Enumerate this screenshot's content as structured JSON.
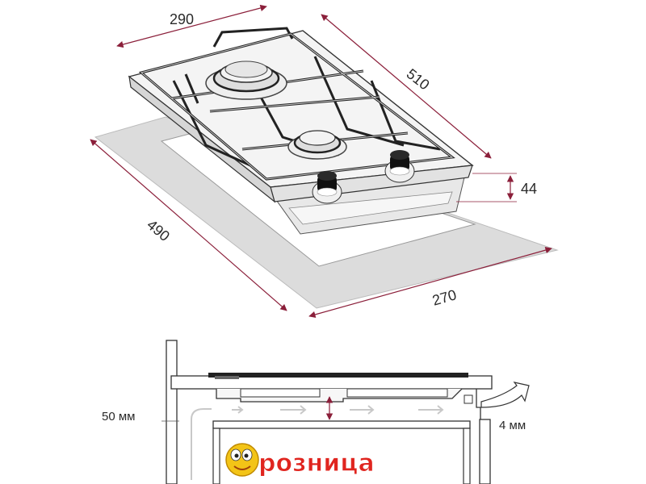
{
  "top_view": {
    "width_label": "290",
    "depth_label": "510",
    "height_label": "44",
    "cutout_depth_label": "490",
    "cutout_width_label": "270"
  },
  "side_view": {
    "gap_label": "50 мм",
    "vent_label": "4 мм"
  },
  "logo": {
    "text": "розница"
  },
  "colors": {
    "dimension_arrow": "#8b1f3a",
    "cutout_fill": "#dcdcdc",
    "airflow_arrow": "#c8c8c8",
    "logo_red": "#e0251f",
    "logo_face": "#f3c417"
  }
}
